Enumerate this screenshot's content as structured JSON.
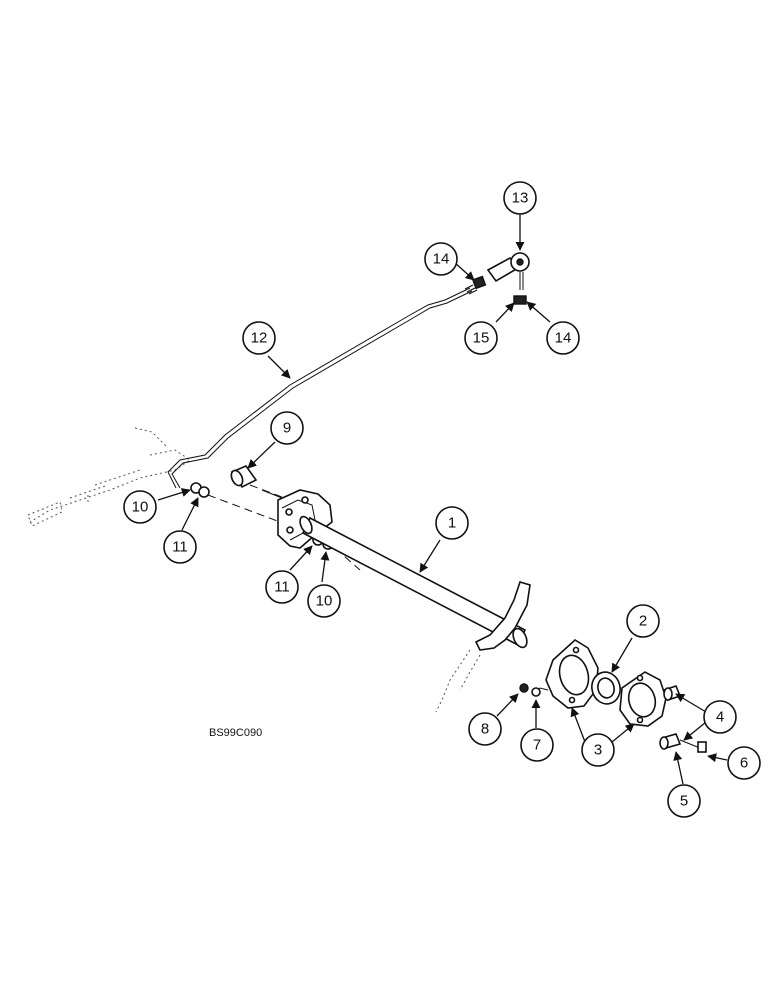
{
  "drawing_code": "BS99C090",
  "callouts": [
    {
      "id": "callout-1",
      "label": "1"
    },
    {
      "id": "callout-2",
      "label": "2"
    },
    {
      "id": "callout-3",
      "label": "3"
    },
    {
      "id": "callout-4",
      "label": "4"
    },
    {
      "id": "callout-5",
      "label": "5"
    },
    {
      "id": "callout-6",
      "label": "6"
    },
    {
      "id": "callout-7",
      "label": "7"
    },
    {
      "id": "callout-8",
      "label": "8"
    },
    {
      "id": "callout-9",
      "label": "9"
    },
    {
      "id": "callout-10a",
      "label": "10"
    },
    {
      "id": "callout-10b",
      "label": "10"
    },
    {
      "id": "callout-11a",
      "label": "11"
    },
    {
      "id": "callout-11b",
      "label": "11"
    },
    {
      "id": "callout-12",
      "label": "12"
    },
    {
      "id": "callout-13",
      "label": "13"
    },
    {
      "id": "callout-14a",
      "label": "14"
    },
    {
      "id": "callout-14b",
      "label": "14"
    },
    {
      "id": "callout-15",
      "label": "15"
    }
  ]
}
